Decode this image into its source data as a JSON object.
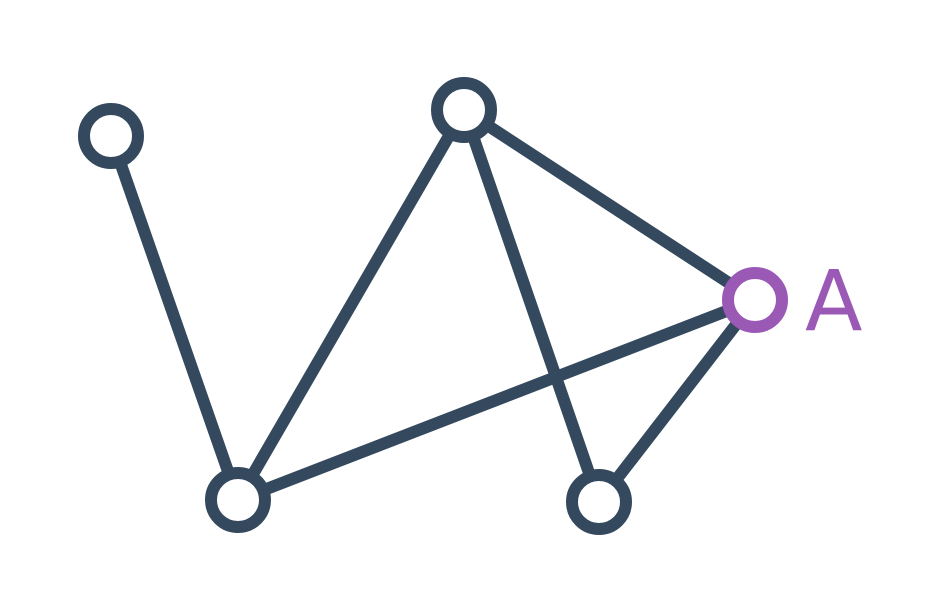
{
  "colors": {
    "default": "#34495e",
    "highlight": "#9b59b6",
    "background": "#ffffff"
  },
  "graph": {
    "nodes": [
      {
        "id": "n1",
        "label": "",
        "highlight": false
      },
      {
        "id": "n2",
        "label": "",
        "highlight": false
      },
      {
        "id": "n3",
        "label": "A",
        "highlight": true
      },
      {
        "id": "n4",
        "label": "",
        "highlight": false
      },
      {
        "id": "n5",
        "label": "",
        "highlight": false
      }
    ],
    "edges": [
      {
        "from": "n1",
        "to": "n4"
      },
      {
        "from": "n2",
        "to": "n4"
      },
      {
        "from": "n2",
        "to": "n3"
      },
      {
        "from": "n2",
        "to": "n5"
      },
      {
        "from": "n4",
        "to": "n3"
      },
      {
        "from": "n3",
        "to": "n5"
      }
    ]
  }
}
